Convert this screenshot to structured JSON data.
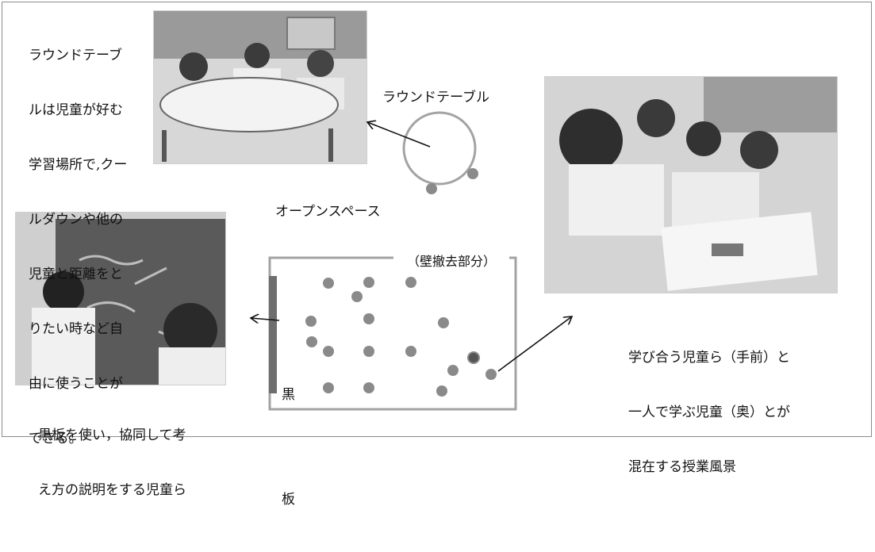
{
  "captions": {
    "round_table_desc": [
      "ラウンドテーブ",
      "ルは児童が好む",
      "学習場所で,クー",
      "ルダウンや他の",
      "児童と距離をと",
      "りたい時など自",
      "由に使うことが",
      "できる。"
    ],
    "round_table_label": "ラウンドテーブル",
    "open_space_label": "オープンスペース",
    "wall_removed_label": "（壁撤去部分）",
    "blackboard_label": [
      "黒",
      "板"
    ],
    "blackboard_desc": [
      "黒板を使い，協同して考",
      "え方の説明をする児童ら"
    ],
    "mixed_learning_desc": [
      "学び合う児童ら（手前）と",
      "一人で学ぶ児童（奥）とが",
      "混在する授業風景"
    ]
  },
  "colors": {
    "student_dot": "#8a8a8a",
    "highlight_dot": "#555555",
    "outline": "#a3a3a3",
    "blackboard_bar": "#6e6e6e"
  }
}
